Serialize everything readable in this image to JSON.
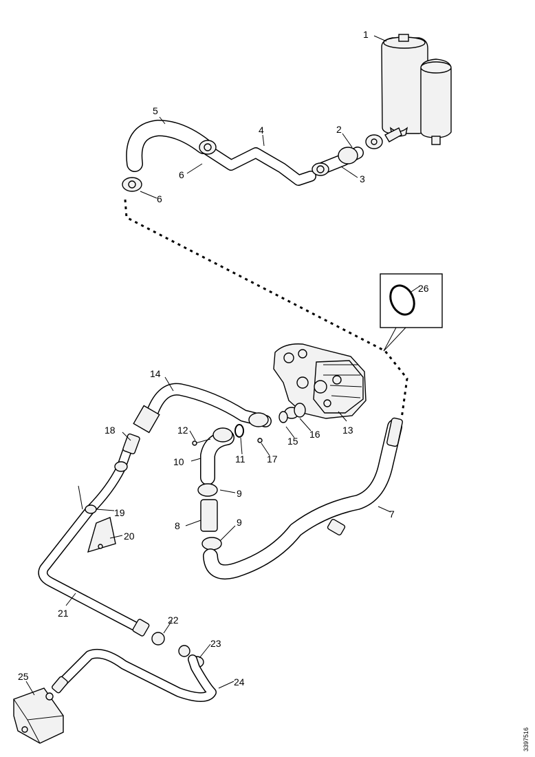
{
  "callouts": [
    "1",
    "2",
    "3",
    "4",
    "5",
    "6",
    "6",
    "7",
    "8",
    "9",
    "9",
    "10",
    "11",
    "12",
    "13",
    "14",
    "15",
    "16",
    "17",
    "18",
    "19",
    "20",
    "21",
    "22",
    "23",
    "24",
    "25",
    "26"
  ],
  "drawing_number": "3397516"
}
